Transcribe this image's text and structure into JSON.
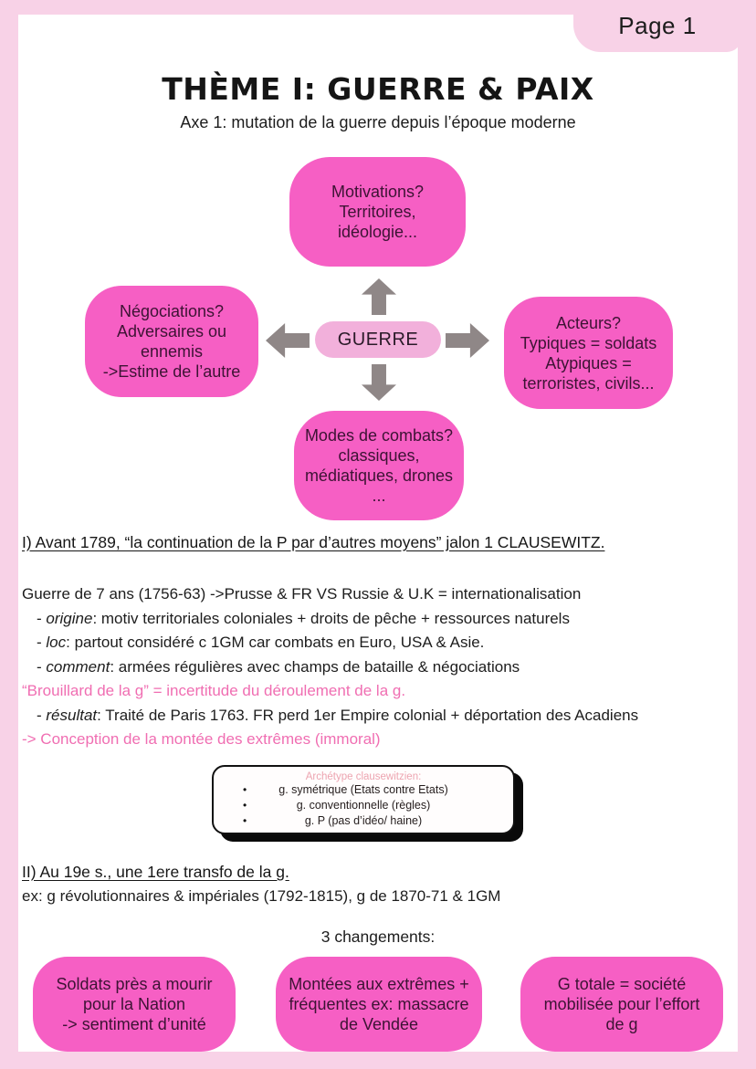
{
  "page_tab": {
    "label": "Page 1"
  },
  "header": {
    "title": "THÈME I: GUERRE & PAIX",
    "subtitle": "Axe 1: mutation de la guerre depuis l’époque moderne"
  },
  "diagram": {
    "center": "GUERRE",
    "top": "Motivations?\nTerritoires,\nidéologie...",
    "left": "Négociations?\nAdversaires ou\nennemis\n->Estime de l’autre",
    "right": "Acteurs?\nTypiques = soldats\nAtypiques =\nterroristes, civils...",
    "bottom": "Modes de combats?\nclassiques,\nmédiatiques, drones\n..."
  },
  "section1": {
    "heading": "I) Avant 1789, “la continuation de la P par d’autres moyens” jalon 1 CLAUSEWITZ.",
    "lines": [
      {
        "pre": "",
        "em": "",
        "text": "Guerre de 7 ans (1756-63) ->Prusse & FR VS Russie & U.K = internationalisation"
      },
      {
        "pre": "- ",
        "em": "origine",
        "text": ": motiv territoriales coloniales + droits de pêche + ressources naturels"
      },
      {
        "pre": "- ",
        "em": "loc",
        "text": ": partout considéré c 1GM car combats en Euro, USA & Asie."
      },
      {
        "pre": "- ",
        "em": "comment",
        "text": ": armées régulières avec champs de bataille & négociations"
      },
      {
        "pre": "",
        "em": "",
        "text": "“Brouillard de la g” = incertitude du déroulement de la g."
      },
      {
        "pre": "- ",
        "em": "résultat",
        "text": ": Traité de Paris 1763. FR perd 1er Empire colonial + déportation des Acadiens"
      },
      {
        "pre": "",
        "em": "",
        "text": "-> Conception de la montée des extrêmes (immoral)"
      }
    ]
  },
  "clausewitz_box": {
    "title": "Archétype clausewitzien:",
    "bullet": "•",
    "items": [
      "g. symétrique (Etats contre Etats)",
      "g. conventionnelle (règles)",
      "g. P (pas d’idéo/ haine)"
    ]
  },
  "section2": {
    "heading": "II) Au 19e s., une 1ere transfo de la g.",
    "example": "ex: g révolutionnaires & impériales (1792-1815), g de 1870-71 & 1GM",
    "changes_label": "3 changements:"
  },
  "changes": {
    "bubbles": [
      "Soldats près a mourir\npour la Nation\n-> sentiment d’unité",
      "Montées aux extrêmes +\nfréquentes ex: massacre\nde Vendée",
      "G totale = société\nmobilisée pour l’effort\nde g"
    ]
  },
  "colors": {
    "frame_pink": "#f8d2e7",
    "bubble_pink": "#f65fc4",
    "center_pill_pink": "#f2b0db",
    "bubble_text": "#3d1334",
    "arrow_gray": "#8f8787",
    "note_pink": "#f06eb2",
    "box_title_pink": "#eda4b0"
  }
}
